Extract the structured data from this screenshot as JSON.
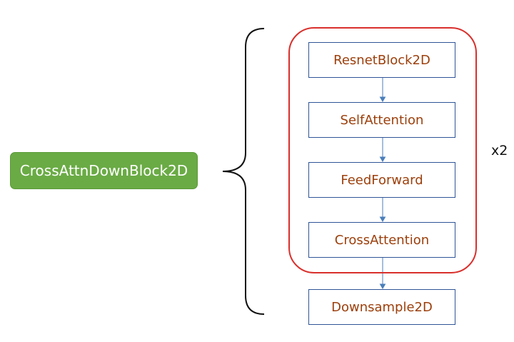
{
  "diagram": {
    "main_block": {
      "label": "CrossAttnDownBlock2D",
      "fill_color": "#6aab45",
      "text_color": "#ffffff"
    },
    "repeat_group": {
      "border_color": "#d9302c",
      "repeat_label": "x2",
      "layers": [
        {
          "label": "ResnetBlock2D"
        },
        {
          "label": "SelfAttention"
        },
        {
          "label": "FeedForward"
        },
        {
          "label": "CrossAttention"
        }
      ]
    },
    "downsample_layer": {
      "label": "Downsample2D"
    },
    "layer_border_color": "#2f5597",
    "layer_text_color": "#9c3f0b",
    "arrow_color": "#4a7ebb"
  }
}
